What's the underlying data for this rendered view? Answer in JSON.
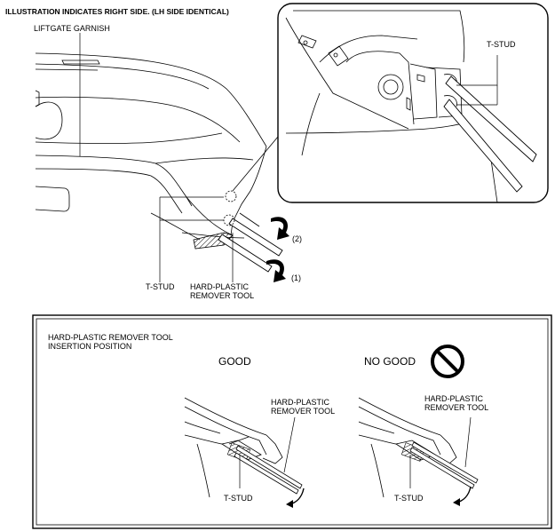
{
  "header": {
    "title": "ILLUSTRATION INDICATES RIGHT SIDE. (LH SIDE IDENTICAL)"
  },
  "top_figure": {
    "liftgate_garnish": "LIFTGATE GARNISH",
    "t_stud_detail": "T-STUD",
    "t_stud_main": "T-STUD",
    "step_2": "(2)",
    "step_1": "(1)",
    "remover_tool_line1": "HARD-PLASTIC",
    "remover_tool_line2": "REMOVER TOOL"
  },
  "bottom_panel": {
    "heading_line1": "HARD-PLASTIC REMOVER TOOL",
    "heading_line2": "INSERTION POSITION",
    "good": "GOOD",
    "no_good": "NO GOOD",
    "good_tool_line1": "HARD-PLASTIC",
    "good_tool_line2": "REMOVER TOOL",
    "nogood_tool_line1": "HARD-PLASTIC",
    "nogood_tool_line2": "REMOVER TOOL",
    "good_stud": "T-STUD",
    "nogood_stud": "T-STUD"
  }
}
